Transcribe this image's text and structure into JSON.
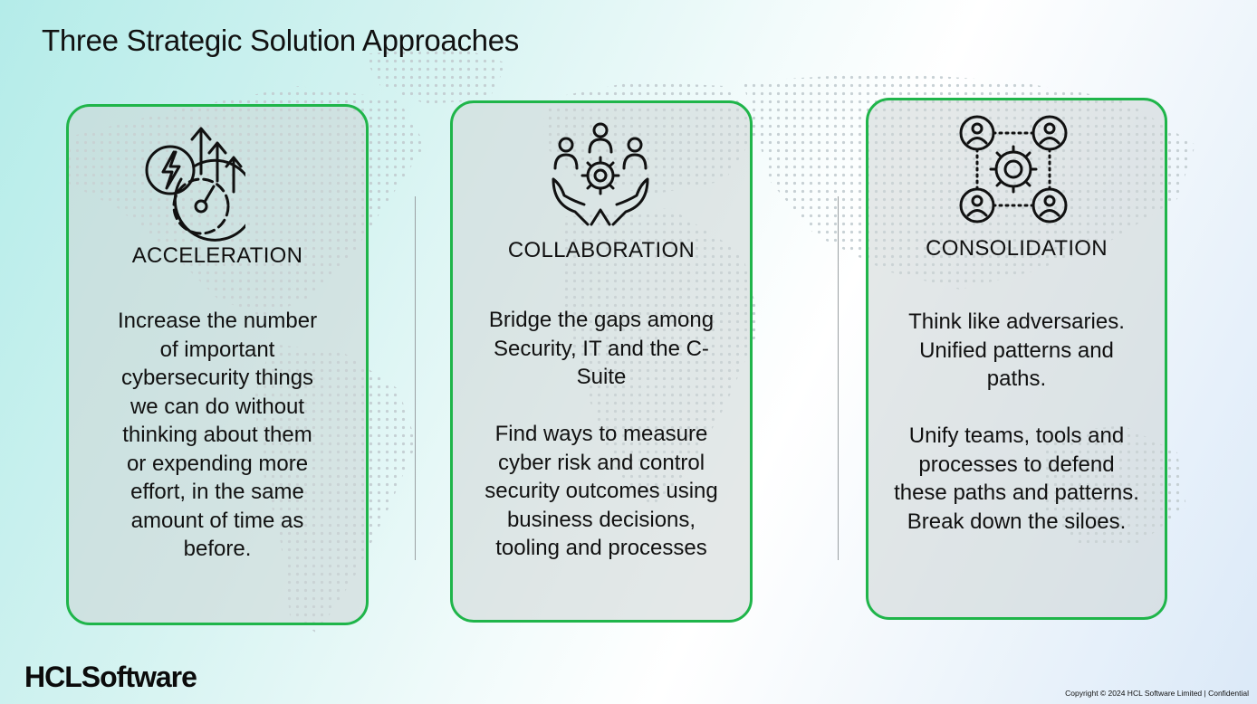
{
  "slide": {
    "title": "Three Strategic Solution Approaches",
    "accent_color": "#1fb54a"
  },
  "cards": [
    {
      "heading": "ACCELERATION",
      "icon": "speedometer-lightning-arrows-icon",
      "body": "Increase the number\nof important\ncybersecurity things\nwe can do without\nthinking about them\nor expending more\neffort, in the same\namount of time as\nbefore."
    },
    {
      "heading": "COLLABORATION",
      "icon": "team-gear-hands-icon",
      "body": "Bridge the gaps among\nSecurity, IT and the C-\nSuite\n\nFind ways to measure\ncyber risk and control\nsecurity outcomes using\nbusiness decisions,\ntooling and processes"
    },
    {
      "heading": "CONSOLIDATION",
      "icon": "users-network-gear-icon",
      "body": "Think like adversaries.\nUnified patterns and\npaths.\n\nUnify teams, tools and\nprocesses to defend\nthese paths and patterns.\nBreak down the siloes."
    }
  ],
  "footer": {
    "logo": "HCLSoftware",
    "copyright": "Copyright © 2024 HCL Software Limited | Confidential"
  }
}
